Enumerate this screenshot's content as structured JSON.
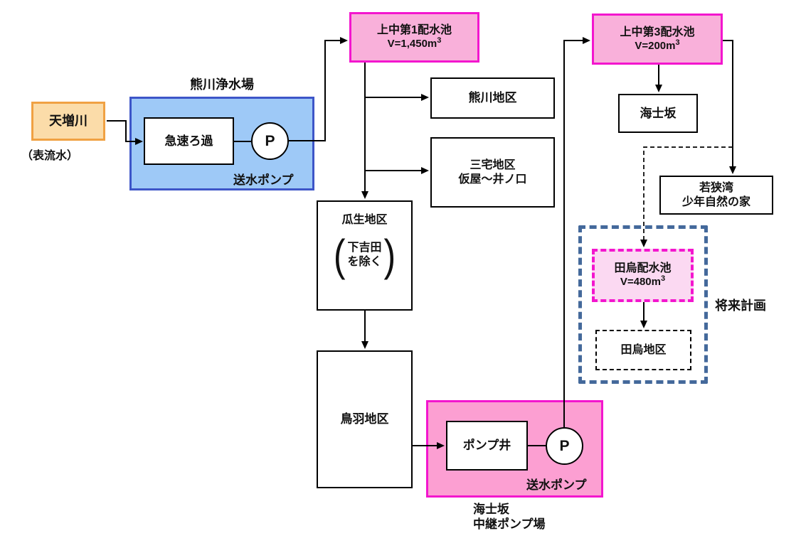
{
  "nodes": {
    "source": {
      "label": "天増川",
      "sublabel": "（表流水）"
    },
    "plant": {
      "name": "熊川浄水場",
      "filter": "急速ろ過",
      "pump": "P",
      "pump_caption": "送水ポンプ"
    },
    "reservoir1": {
      "name": "上中第1配水池",
      "volume": "V=1,450m",
      "volume_exp": "3"
    },
    "kumagawa": {
      "label": "熊川地区"
    },
    "miyake": {
      "line1": "三宅地区",
      "line2": "仮屋～井ノ口"
    },
    "uryu": {
      "label": "瓜生地区",
      "paren_open": "(",
      "note1": "下吉田",
      "note2": "を除く",
      "paren_close": ")"
    },
    "toba": {
      "label": "鳥羽地区"
    },
    "relay": {
      "well": "ポンプ井",
      "pump": "P",
      "pump_caption": "送水ポンプ",
      "name1": "海士坂",
      "name2": "中継ポンプ場"
    },
    "reservoir3": {
      "name": "上中第3配水池",
      "volume": "V=200m",
      "volume_exp": "3"
    },
    "amasaka": {
      "label": "海士坂"
    },
    "wakasa": {
      "line1": "若狭湾",
      "line2": "少年自然の家"
    },
    "tagarasu_res": {
      "name": "田烏配水池",
      "volume": "V=480m",
      "volume_exp": "3"
    },
    "tagarasu": {
      "label": "田烏地区"
    },
    "future": {
      "label": "将来計画"
    }
  },
  "colors": {
    "source_fill": "#FBDCA9",
    "source_border": "#F0A143",
    "plant_fill": "#9EC9F7",
    "plant_border": "#3D55C8",
    "pink_fill": "#F9B0DA",
    "pink_border": "#F316CE",
    "relay_fill": "#FC9FD2",
    "future_border": "#44699B",
    "tagarasu_fill": "#FBD9F2"
  }
}
